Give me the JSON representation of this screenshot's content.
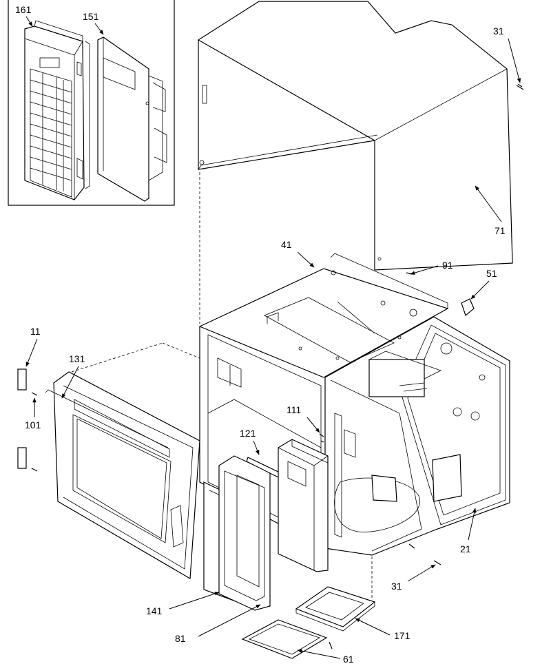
{
  "callouts": {
    "c161": "161",
    "c151": "151",
    "c31a": "31",
    "c71": "71",
    "c41": "41",
    "c91": "91",
    "c51": "51",
    "c11": "11",
    "c131": "131",
    "c101": "101",
    "c111": "111",
    "c121": "121",
    "c21": "21",
    "c31b": "31",
    "c141": "141",
    "c81": "81",
    "c171": "171",
    "c61": "61"
  }
}
